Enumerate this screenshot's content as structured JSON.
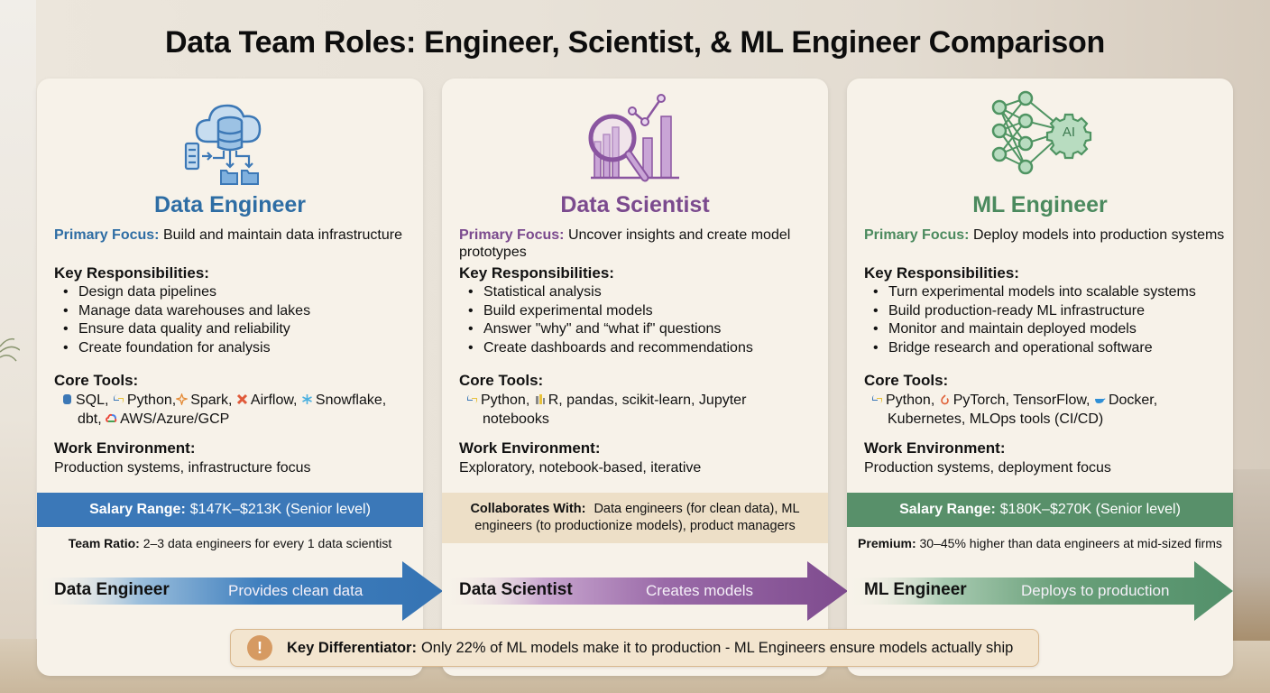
{
  "title": "Data Team Roles: Engineer, Scientist, & ML Engineer Comparison",
  "colors": {
    "data_engineer": "#2e6da4",
    "data_scientist": "#7b4a8e",
    "ml_engineer": "#4b8a5e",
    "callout_accent": "#d69a62"
  },
  "roles": [
    {
      "name": "Data Engineer",
      "icon": "cloud-database-icon",
      "primary_focus_label": "Primary Focus:",
      "primary_focus": "Build and maintain data infrastructure",
      "responsibilities_label": "Key Responsibilities:",
      "responsibilities": [
        "Design data pipelines",
        "Manage data warehouses and lakes",
        "Ensure data quality and reliability",
        "Create foundation for analysis"
      ],
      "tools_label": "Core Tools:",
      "tools": [
        {
          "name": "SQL,",
          "icon": "database-icon"
        },
        {
          "name": "Python,",
          "icon": "python-icon"
        },
        {
          "name": "Spark,",
          "icon": "spark-icon"
        },
        {
          "name": "Airflow,",
          "icon": "airflow-icon"
        },
        {
          "name": "Snowflake,",
          "icon": "snowflake-icon"
        },
        {
          "name": "dbt,",
          "icon": ""
        },
        {
          "name": "AWS/Azure/GCP",
          "icon": "cloud-icon"
        }
      ],
      "env_label": "Work Environment:",
      "env": "Production systems, infrastructure focus",
      "band_label": "Salary Range:",
      "band_text": "$147K–$213K (Senior level)",
      "note_label": "Team Ratio:",
      "note_text": "2–3 data engineers for every 1 data scientist",
      "flow_from": "Data Engineer",
      "flow_action": "Provides clean data"
    },
    {
      "name": "Data Scientist",
      "icon": "magnifier-chart-icon",
      "primary_focus_label": "Primary Focus:",
      "primary_focus": "Uncover insights and create model prototypes",
      "responsibilities_label": "Key Responsibilities:",
      "responsibilities": [
        "Statistical analysis",
        "Build experimental models",
        "Answer \"why\" and “what if\" questions",
        "Create dashboards and recommendations"
      ],
      "tools_label": "Core Tools:",
      "tools": [
        {
          "name": "Python,",
          "icon": "python-icon"
        },
        {
          "name": "R,",
          "icon": "r-icon"
        },
        {
          "name": "pandas,",
          "icon": ""
        },
        {
          "name": "scikit-learn,",
          "icon": ""
        },
        {
          "name": "Jupyter",
          "icon": ""
        },
        {
          "name": "notebooks",
          "icon": ""
        }
      ],
      "env_label": "Work Environment:",
      "env": "Exploratory, notebook-based, iterative",
      "band_label": "Collaborates With:",
      "band_text": "Data engineers (for clean data), ML",
      "band_text_2": "engineers (to productionize models), product managers",
      "flow_from": "Data Scientist",
      "flow_action": "Creates models"
    },
    {
      "name": "ML Engineer",
      "icon": "neural-network-ai-icon",
      "primary_focus_label": "Primary Focus:",
      "primary_focus": "Deploy models into production systems",
      "responsibilities_label": "Key Responsibilities:",
      "responsibilities": [
        "Turn experimental models into scalable systems",
        "Build production-ready ML infrastructure",
        "Monitor and maintain deployed models",
        "Bridge research and operational software"
      ],
      "tools_label": "Core Tools:",
      "tools": [
        {
          "name": "Python,",
          "icon": "python-icon"
        },
        {
          "name": "PyTorch,",
          "icon": "pytorch-icon"
        },
        {
          "name": "TensorFlow,",
          "icon": ""
        },
        {
          "name": "Docker,",
          "icon": "docker-icon"
        },
        {
          "name": "Kubernetes,",
          "icon": ""
        },
        {
          "name": "MLOps tools (CI/CD)",
          "icon": ""
        }
      ],
      "env_label": "Work Environment:",
      "env": "Production systems, deployment focus",
      "band_label": "Salary Range:",
      "band_text": "$180K–$270K (Senior level)",
      "note_label": "Premium:",
      "note_text": "30–45% higher than data engineers at mid-sized firms",
      "flow_from": "ML Engineer",
      "flow_action": "Deploys to production"
    }
  ],
  "callout": {
    "icon": "warning-icon",
    "icon_glyph": "!",
    "label": "Key Differentiator:",
    "text": "Only 22% of ML models make it to production - ML Engineers ensure models actually ship"
  }
}
